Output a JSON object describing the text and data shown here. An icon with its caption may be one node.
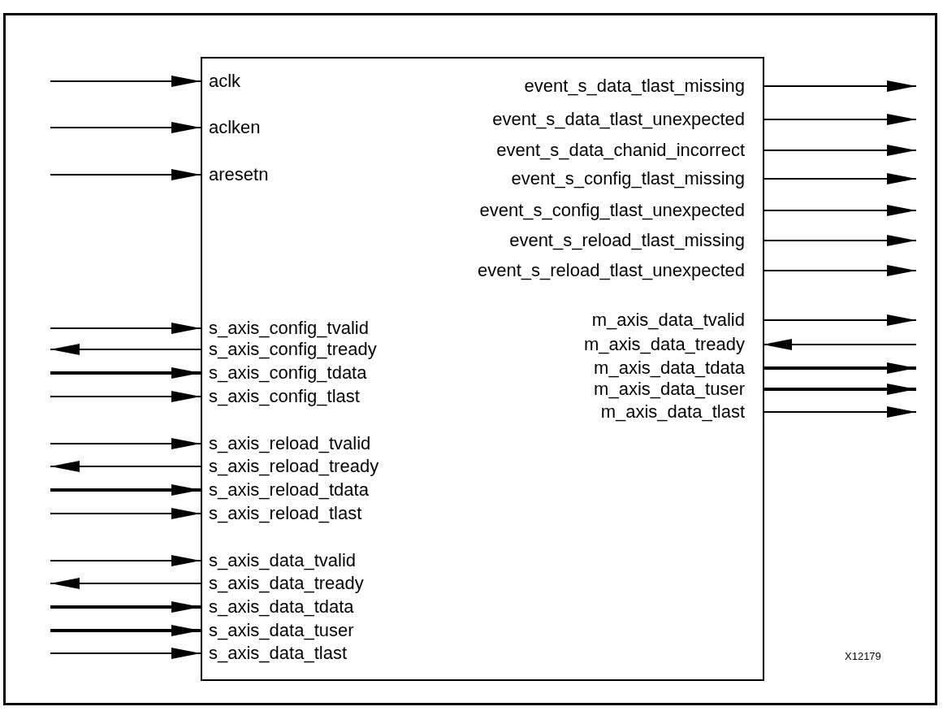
{
  "diagram": {
    "nodes": [
      {
        "text": [],
        "shape": "box"
      },
      {
        "text": [
          "aclk"
        ],
        "in": 0
      },
      {
        "text": [
          "aclken"
        ],
        "in": 0
      },
      {
        "text": [
          "aresetn"
        ],
        "in": 0
      },
      {
        "text": [
          "s_axis_config_tvalid"
        ],
        "in": 0
      },
      {
        "text": [
          "s_axis_config_tready"
        ],
        "in": 0
      },
      {
        "text": [
          "s_axis_config_tdata"
        ],
        "in": 0
      },
      {
        "text": [
          "s_axis_config_tlast"
        ],
        "in": 0
      },
      {
        "text": [
          "s_axis_reload_tvalid"
        ],
        "in": 0
      },
      {
        "text": [
          "s_axis_reload_tready"
        ],
        "in": 0
      },
      {
        "text": [
          "s_axis_reload_tdata"
        ],
        "in": 0
      },
      {
        "text": [
          "s_axis_reload_tlast"
        ],
        "in": 0
      },
      {
        "text": [
          "s_axis_data_tvalid"
        ],
        "in": 0
      },
      {
        "text": [
          "s_axis_data_tready"
        ],
        "in": 0
      },
      {
        "text": [
          "s_axis_data_tdata"
        ],
        "in": 0
      },
      {
        "text": [
          "s_axis_data_tuser"
        ],
        "in": 0
      },
      {
        "text": [
          "s_axis_data_tlast"
        ],
        "in": 0
      },
      {
        "text": [
          "event_s_data_tlast_missing"
        ],
        "in": 0
      },
      {
        "text": [
          "event_s_data_tlast_unexpected"
        ],
        "in": 0
      },
      {
        "text": [
          "event_s_data_chanid_incorrect"
        ],
        "in": 0
      },
      {
        "text": [
          "event_s_config_tlast_missing"
        ],
        "in": 0
      },
      {
        "text": [
          "event_s_config_tlast_unexpected"
        ],
        "in": 0
      },
      {
        "text": [
          "event_s_reload_tlast_missing"
        ],
        "in": 0
      },
      {
        "text": [
          "event_s_reload_tlast_unexpected"
        ],
        "in": 0
      },
      {
        "text": [
          "m_axis_data_tvalid"
        ],
        "in": 0
      },
      {
        "text": [
          "m_axis_data_tready"
        ],
        "in": 0
      },
      {
        "text": [
          "m_axis_data_tdata"
        ],
        "in": 0
      },
      {
        "text": [
          "m_axis_data_tuser"
        ],
        "in": 0
      },
      {
        "text": [
          "m_axis_data_tlast"
        ],
        "in": 0
      }
    ],
    "edges": [
      {
        "from": null,
        "to": 1,
        "arrow": "to"
      },
      {
        "from": null,
        "to": 2,
        "arrow": "to"
      },
      {
        "from": null,
        "to": 3,
        "arrow": "to"
      },
      {
        "from": null,
        "to": 4,
        "arrow": "to"
      },
      {
        "from": 5,
        "to": null,
        "arrow": "to"
      },
      {
        "from": null,
        "to": 6,
        "arrow": "to",
        "style": "thick"
      },
      {
        "from": null,
        "to": 7,
        "arrow": "to"
      },
      {
        "from": null,
        "to": 8,
        "arrow": "to"
      },
      {
        "from": 9,
        "to": null,
        "arrow": "to"
      },
      {
        "from": null,
        "to": 10,
        "arrow": "to",
        "style": "thick"
      },
      {
        "from": null,
        "to": 11,
        "arrow": "to"
      },
      {
        "from": null,
        "to": 12,
        "arrow": "to"
      },
      {
        "from": 13,
        "to": null,
        "arrow": "to"
      },
      {
        "from": null,
        "to": 14,
        "arrow": "to",
        "style": "thick"
      },
      {
        "from": null,
        "to": 15,
        "arrow": "to",
        "style": "thick"
      },
      {
        "from": null,
        "to": 16,
        "arrow": "to"
      },
      {
        "from": 17,
        "to": null,
        "arrow": "to"
      },
      {
        "from": 18,
        "to": null,
        "arrow": "to"
      },
      {
        "from": 19,
        "to": null,
        "arrow": "to"
      },
      {
        "from": 20,
        "to": null,
        "arrow": "to"
      },
      {
        "from": 21,
        "to": null,
        "arrow": "to"
      },
      {
        "from": 22,
        "to": null,
        "arrow": "to"
      },
      {
        "from": 23,
        "to": null,
        "arrow": "to"
      },
      {
        "from": 24,
        "to": null,
        "arrow": "to"
      },
      {
        "from": null,
        "to": 25,
        "arrow": "to"
      },
      {
        "from": 26,
        "to": null,
        "arrow": "to",
        "style": "thick"
      },
      {
        "from": 27,
        "to": null,
        "arrow": "to",
        "style": "thick"
      },
      {
        "from": 28,
        "to": null,
        "arrow": "to"
      }
    ],
    "labels": [
      "X12179"
    ]
  }
}
